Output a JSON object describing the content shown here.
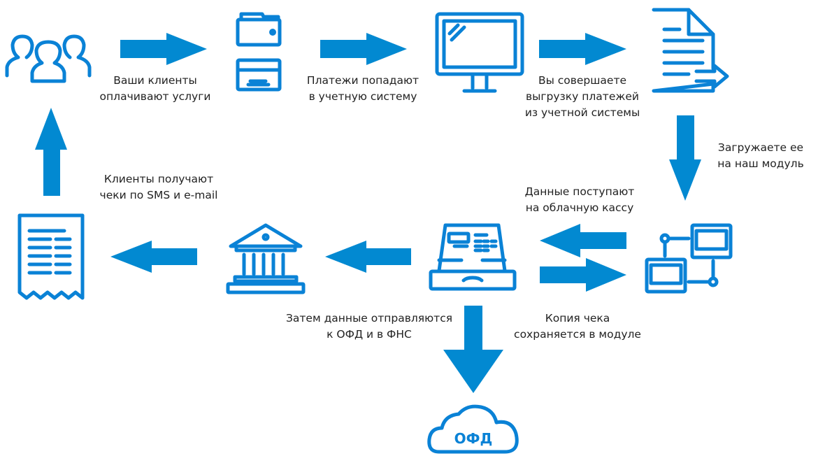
{
  "colors": {
    "accent": "#0289d1",
    "icon": "#0a82d6",
    "text": "#222222"
  },
  "steps": [
    {
      "icon": "users-icon",
      "lines": [
        "Ваши клиенты",
        "оплачивают услуги"
      ]
    },
    {
      "icon": "wallet-card-icon",
      "lines": [
        "Платежи попадают",
        "в учетную систему"
      ]
    },
    {
      "icon": "monitor-icon",
      "lines": [
        "Вы совершаете",
        "выгрузку платежей",
        "из учетной системы"
      ]
    },
    {
      "icon": "document-export-icon",
      "lines": [
        "Загружаете ее",
        "на наш модуль"
      ]
    },
    {
      "icon": "network-computers-icon",
      "lines": [
        "Данные поступают",
        "на облачную кассу"
      ]
    },
    {
      "icon": "cash-register-icon",
      "lines": [
        "Копия чека",
        "сохраняется в модуле"
      ]
    },
    {
      "icon": "bank-icon",
      "lines": [
        "Затем данные отправляются",
        "к ОФД и в ФНС"
      ]
    },
    {
      "icon": "receipt-icon",
      "lines": [
        "Клиенты получают",
        "чеки по SMS и e-mail"
      ]
    }
  ],
  "cloud": {
    "label": "ОФД"
  }
}
